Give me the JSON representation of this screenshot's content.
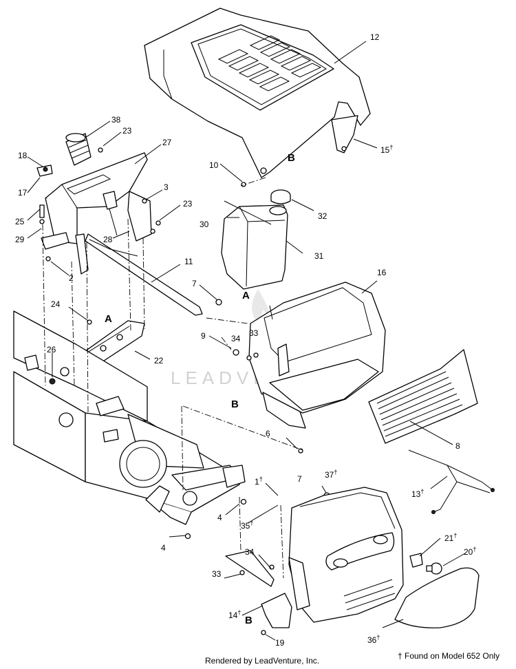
{
  "callouts": {
    "c1": "1",
    "c2": "2",
    "c3": "3",
    "c4a": "4",
    "c4b": "4",
    "c6": "6",
    "c7a": "7",
    "c7b": "7",
    "c8": "8",
    "c9": "9",
    "c10": "10",
    "c11": "11",
    "c12": "12",
    "c13": "13",
    "c14": "14",
    "c15": "15",
    "c16": "16",
    "c17": "17",
    "c18": "18",
    "c19": "19",
    "c20": "20",
    "c21": "21",
    "c22": "22",
    "c23a": "23",
    "c23b": "23",
    "c24": "24",
    "c25": "25",
    "c26": "26",
    "c27": "27",
    "c28": "28",
    "c29": "29",
    "c30": "30",
    "c31": "31",
    "c32": "32",
    "c33a": "33",
    "c33b": "33",
    "c34a": "34",
    "c34b": "34",
    "c35": "35",
    "c36": "36",
    "c37": "37",
    "c38": "38"
  },
  "dagger": "†",
  "letters": {
    "a1": "A",
    "a2": "A",
    "b1": "B",
    "b2": "B",
    "b3": "B"
  },
  "watermark": "LEADVENTURE",
  "footnote": "† Found on Model 652 Only",
  "credit": "Rendered by LeadVenture, Inc."
}
